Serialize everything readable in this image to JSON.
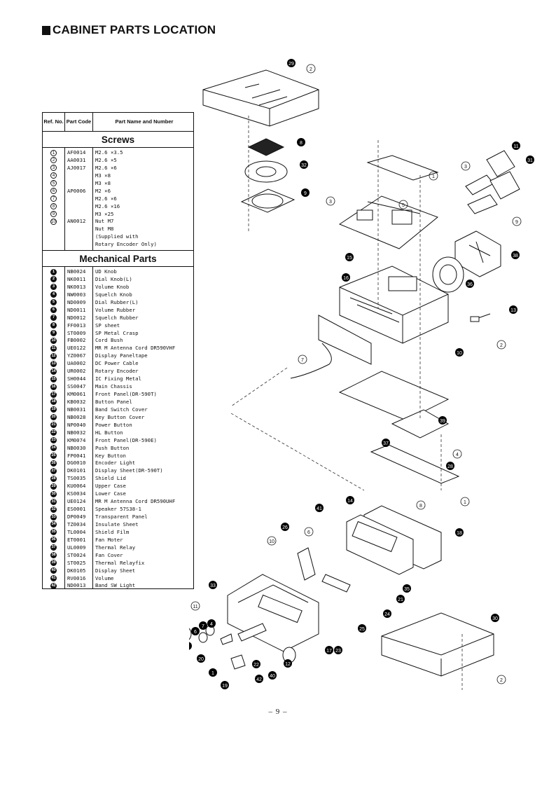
{
  "title": "CABINET PARTS LOCATION",
  "table": {
    "headers": {
      "ref": "Ref. No.",
      "code": "Part Code",
      "name": "Part Name and Number"
    },
    "screws_title": "Screws",
    "screws": [
      {
        "ref": "1",
        "code": "AF0014",
        "name": "M2.6 ×3.5"
      },
      {
        "ref": "2",
        "code": "AA0031",
        "name": "M2.6 ×5"
      },
      {
        "ref": "3",
        "code": "AJ0017",
        "name": "M2.6 ×6"
      },
      {
        "ref": "4",
        "code": "",
        "name": "M3 ×8"
      },
      {
        "ref": "5",
        "code": "",
        "name": "M3 ×8"
      },
      {
        "ref": "6",
        "code": "AP0006",
        "name": "M2 ×6"
      },
      {
        "ref": "7",
        "code": "",
        "name": "M2.6 ×6"
      },
      {
        "ref": "8",
        "code": "",
        "name": "M2.6 ×16"
      },
      {
        "ref": "9",
        "code": "",
        "name": "M3 ×25"
      },
      {
        "ref": "10",
        "code": "AN0012",
        "name": "Nut M7"
      },
      {
        "ref": "",
        "code": "",
        "name": "Nut M8"
      },
      {
        "ref": "",
        "code": "",
        "name": "(Supplied with"
      },
      {
        "ref": "",
        "code": "",
        "name": " Rotary Encoder Only)"
      }
    ],
    "mechanical_title": "Mechanical Parts",
    "mechanical": [
      {
        "ref": "1",
        "code": "NB0024",
        "name": "UD Knob"
      },
      {
        "ref": "2",
        "code": "NK0011",
        "name": "Dial Knob(L)"
      },
      {
        "ref": "3",
        "code": "NK0013",
        "name": "Volume Knob"
      },
      {
        "ref": "4",
        "code": "NW0003",
        "name": "Squelch Knob"
      },
      {
        "ref": "5",
        "code": "ND0009",
        "name": "Dial Rubber(L)"
      },
      {
        "ref": "6",
        "code": "ND0011",
        "name": "Volume Rubber"
      },
      {
        "ref": "7",
        "code": "ND0012",
        "name": "Squelch Rubber"
      },
      {
        "ref": "8",
        "code": "FF0013",
        "name": "SP sheet"
      },
      {
        "ref": "9",
        "code": "ST0009",
        "name": "SP Metal Crasp"
      },
      {
        "ref": "10",
        "code": "FB0002",
        "name": "Cord Bush"
      },
      {
        "ref": "11",
        "code": "UE0122",
        "name": "MR M Antenna Cord DR590VHF"
      },
      {
        "ref": "12",
        "code": "YZ0067",
        "name": "Display Paneltape"
      },
      {
        "ref": "13",
        "code": "UA0002",
        "name": "DC Power Cable"
      },
      {
        "ref": "14",
        "code": "UR0002",
        "name": "Rotary Encoder"
      },
      {
        "ref": "15",
        "code": "SH0044",
        "name": "IC Fixing Metal"
      },
      {
        "ref": "16",
        "code": "SS0047",
        "name": "Main Chassis"
      },
      {
        "ref": "17",
        "code": "KM0061",
        "name": "Front Panel(DR-590T)"
      },
      {
        "ref": "18",
        "code": "KB0032",
        "name": "Button Panel"
      },
      {
        "ref": "19",
        "code": "NB0031",
        "name": "Band Switch Cover"
      },
      {
        "ref": "20",
        "code": "NB0028",
        "name": "Key Button  Cover"
      },
      {
        "ref": "21",
        "code": "NP0040",
        "name": "Power Button"
      },
      {
        "ref": "22",
        "code": "NB0032",
        "name": "HL Button"
      },
      {
        "ref": "23",
        "code": "KM0074",
        "name": "Front Panel(DR-590E)"
      },
      {
        "ref": "24",
        "code": "NB0030",
        "name": "Push Button"
      },
      {
        "ref": "25",
        "code": "FP0041",
        "name": "Key Button"
      },
      {
        "ref": "26",
        "code": "DG0010",
        "name": "Encoder Light"
      },
      {
        "ref": "27",
        "code": "DK0101",
        "name": "Display Sheet(DR-590T)"
      },
      {
        "ref": "28",
        "code": "TS0035",
        "name": "Shield Lid"
      },
      {
        "ref": "29",
        "code": "KU0064",
        "name": "Upper Case"
      },
      {
        "ref": "30",
        "code": "KS0034",
        "name": "Lower Case"
      },
      {
        "ref": "31",
        "code": "UE0124",
        "name": "MR M Antenna Cord DR590UHF"
      },
      {
        "ref": "32",
        "code": "ES0001",
        "name": "Speaker 57S38-1"
      },
      {
        "ref": "33",
        "code": "DP0049",
        "name": "Transparent Panel"
      },
      {
        "ref": "34",
        "code": "TZ0034",
        "name": "Insulate Sheet"
      },
      {
        "ref": "35",
        "code": "TL0004",
        "name": "Shield Film"
      },
      {
        "ref": "36",
        "code": "ET0001",
        "name": "Fan Moter"
      },
      {
        "ref": "37",
        "code": "UL0009",
        "name": "Thermal Relay"
      },
      {
        "ref": "38",
        "code": "ST0024",
        "name": "Fan Cover"
      },
      {
        "ref": "39",
        "code": "ST0025",
        "name": "Thermal Relayfix"
      },
      {
        "ref": "40",
        "code": "DK0105",
        "name": "Display Sheet"
      },
      {
        "ref": "41",
        "code": "RV0016",
        "name": "Volume"
      },
      {
        "ref": "42",
        "code": "ND0013",
        "name": "Band SW Light"
      }
    ]
  },
  "diagram_callouts": {
    "upper_case": "29",
    "screw_top": "2",
    "sp_sheet": "8",
    "speaker": "32",
    "sp_metal": "9",
    "encoder_a": "11",
    "encoder_b": "31",
    "screw_3a": "3",
    "screw_1a": "1",
    "screw_3b": "3",
    "screw_5": "5",
    "screw_9": "9",
    "relay": "38",
    "fan": "36",
    "ic_fix": "15",
    "chassis": "16",
    "dc_cable": "13",
    "screw_2b": "2",
    "cord_bush": "10",
    "screw_7": "7",
    "shield_lid": "39",
    "relay_fix": "37",
    "screw_4": "4",
    "lid": "28",
    "screw_8": "8",
    "screw_1b": "1",
    "encoder_light": "14",
    "encoder_rot": "41",
    "rear_panel": "18",
    "nut_10": "10",
    "screw_6": "6",
    "vol_rub": "26",
    "key_btn": "25",
    "push_btn": "24",
    "rot_enc": "21",
    "band_cover": "35",
    "front_panel": "33",
    "panel_a": "17",
    "panel_b": "23",
    "lower_case": "30",
    "screw_2c": "2",
    "dial_knob": "2",
    "nut_11": "11",
    "vol_knob": "3",
    "ud_knob": "5",
    "knob_7": "7",
    "knob_6": "6",
    "knob_4": "4",
    "hl_btn": "20",
    "btn_22": "22",
    "btn_40": "40",
    "btn_19": "19",
    "btn_12": "12",
    "btn_1": "1",
    "btn_42": "42"
  },
  "page_number": "– 9 –"
}
